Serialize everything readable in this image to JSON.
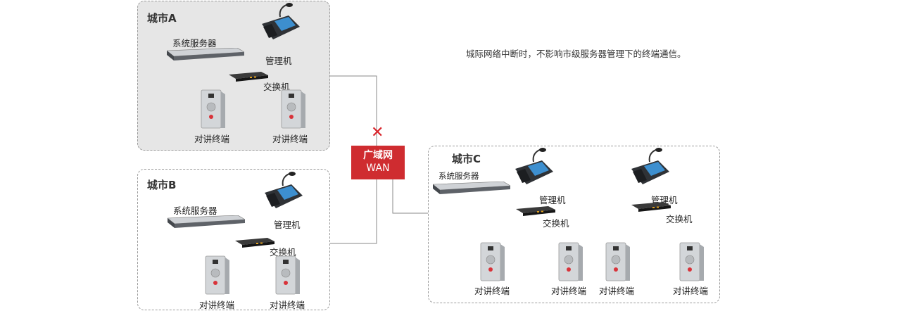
{
  "note": "城际网络中断时，不影响市级服务器管理下的终端通信。",
  "wan": {
    "line1": "广域网",
    "line2": "WAN",
    "color": "#cf2c30",
    "break_mark": "✕"
  },
  "city_a": {
    "title": "城市A",
    "server": "系统服务器",
    "manager": "管理机",
    "switch": "交换机",
    "terminal1": "对讲终端",
    "terminal2": "对讲终端"
  },
  "city_b": {
    "title": "城市B",
    "server": "系统服务器",
    "manager": "管理机",
    "switch": "交换机",
    "terminal1": "对讲终端",
    "terminal2": "对讲终端"
  },
  "city_c": {
    "title": "城市C",
    "server": "系统服务器",
    "manager1": "管理机",
    "switch1": "交换机",
    "manager2": "管理机",
    "switch2": "交换机",
    "terminal1": "对讲终端",
    "terminal2": "对讲终端",
    "terminal3": "对讲终端",
    "terminal4": "对讲终端"
  }
}
